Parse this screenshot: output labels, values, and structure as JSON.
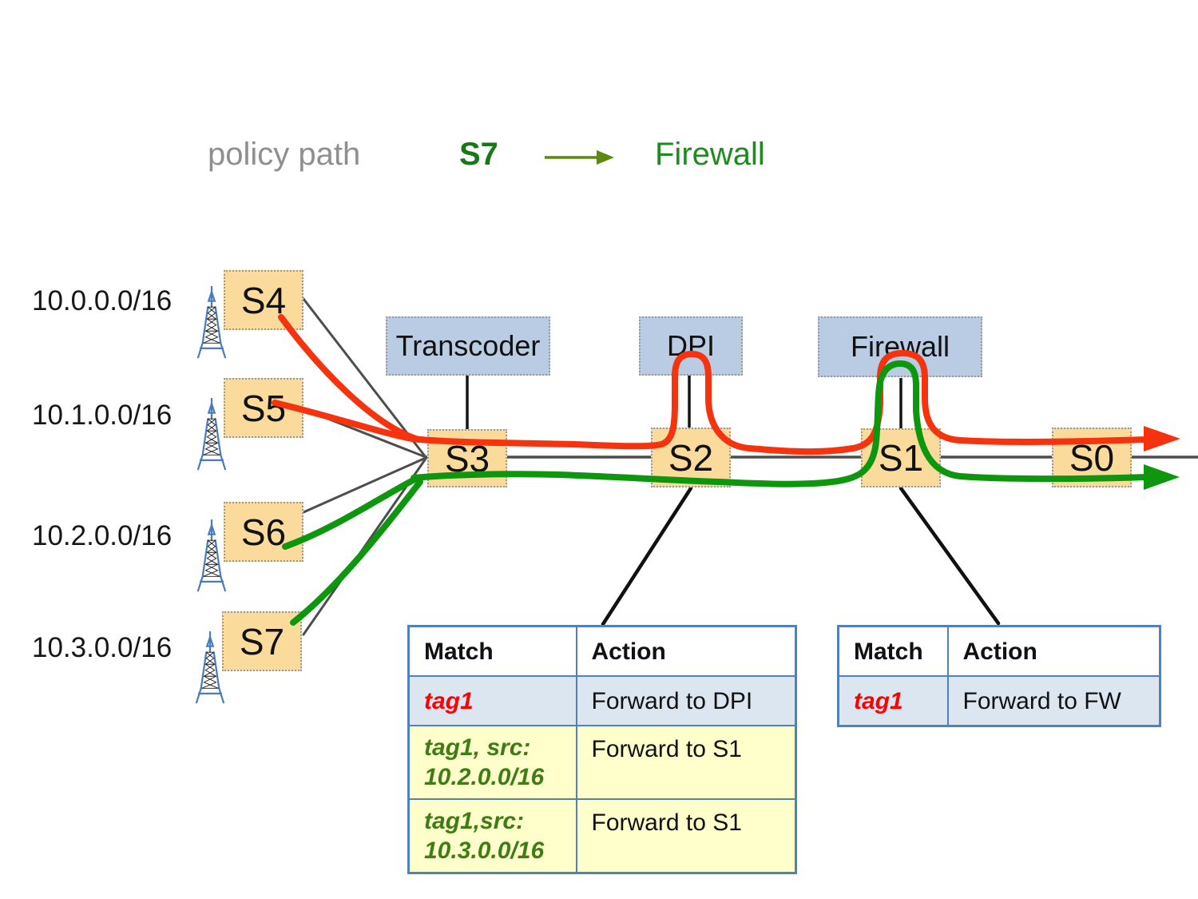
{
  "header": {
    "label": "policy path",
    "source_label": "S7",
    "target_label": "Firewall"
  },
  "access_networks": [
    {
      "subnet": "10.0.0.0/16",
      "switch": "S4"
    },
    {
      "subnet": "10.1.0.0/16",
      "switch": "S5"
    },
    {
      "subnet": "10.2.0.0/16",
      "switch": "S6"
    },
    {
      "subnet": "10.3.0.0/16",
      "switch": "S7"
    }
  ],
  "core_switches": [
    "S3",
    "S2",
    "S1",
    "S0"
  ],
  "middleboxes": [
    "Transcoder",
    "DPI",
    "Firewall"
  ],
  "rule_tables": {
    "s2": {
      "headers": [
        "Match",
        "Action"
      ],
      "rows": [
        {
          "match": "tag1",
          "action": "Forward to DPI"
        },
        {
          "match": "tag1, src: 10.2.0.0/16",
          "action": "Forward to S1"
        },
        {
          "match": "tag1,src: 10.3.0.0/16",
          "action": "Forward to S1"
        }
      ]
    },
    "s1": {
      "headers": [
        "Match",
        "Action"
      ],
      "rows": [
        {
          "match": "tag1",
          "action": "Forward to FW"
        }
      ]
    }
  },
  "colors": {
    "path_red": "#f5330f",
    "path_green": "#0e960e",
    "policy_arrow_olive": "#5c8a10",
    "tag_match_red": "#ff0000",
    "src_match_green": "#3e7d14",
    "table_border_blue": "#4f81bd",
    "row_blue": "#dce6f1",
    "row_yellow": "#ffffcc",
    "switch_fill_orange": "#fbdb9b",
    "middlebox_fill_blue": "#b9cce3",
    "tower_blue": "#4a7ebb"
  }
}
